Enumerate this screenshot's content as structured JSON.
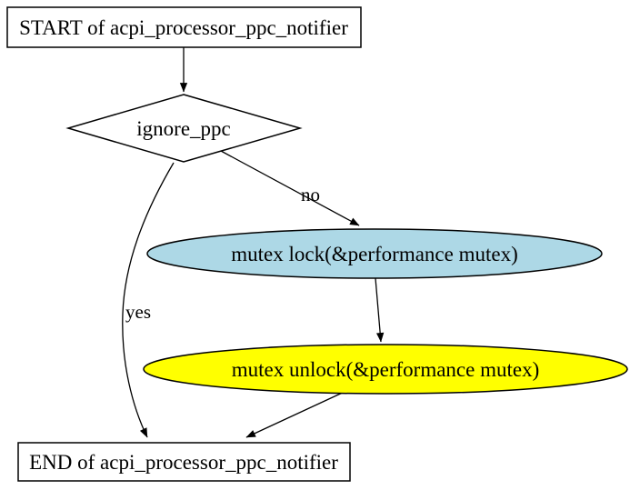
{
  "diagram": {
    "type": "flowchart",
    "function": "acpi_processor_ppc_notifier",
    "background_color": "#ffffff",
    "line_color": "#000000",
    "nodes": {
      "start": {
        "id": "start",
        "shape": "box",
        "label": "START of acpi_processor_ppc_notifier",
        "fill": "#ffffff"
      },
      "decision": {
        "id": "ignore_ppc",
        "shape": "diamond",
        "label": "ignore_ppc",
        "fill": "#ffffff"
      },
      "lock": {
        "id": "mutex_lock",
        "shape": "ellipse",
        "label": "mutex lock(&performance mutex)",
        "fill": "#add8e6"
      },
      "unlock": {
        "id": "mutex_unlock",
        "shape": "ellipse",
        "label": "mutex unlock(&performance mutex)",
        "fill": "#ffff00"
      },
      "end": {
        "id": "end",
        "shape": "box",
        "label": "END of acpi_processor_ppc_notifier",
        "fill": "#ffffff"
      }
    },
    "edges": [
      {
        "from": "start",
        "to": "decision",
        "label": ""
      },
      {
        "from": "decision",
        "to": "lock",
        "label": "no"
      },
      {
        "from": "decision",
        "to": "end",
        "label": "yes"
      },
      {
        "from": "lock",
        "to": "unlock",
        "label": ""
      },
      {
        "from": "unlock",
        "to": "end",
        "label": ""
      }
    ]
  }
}
